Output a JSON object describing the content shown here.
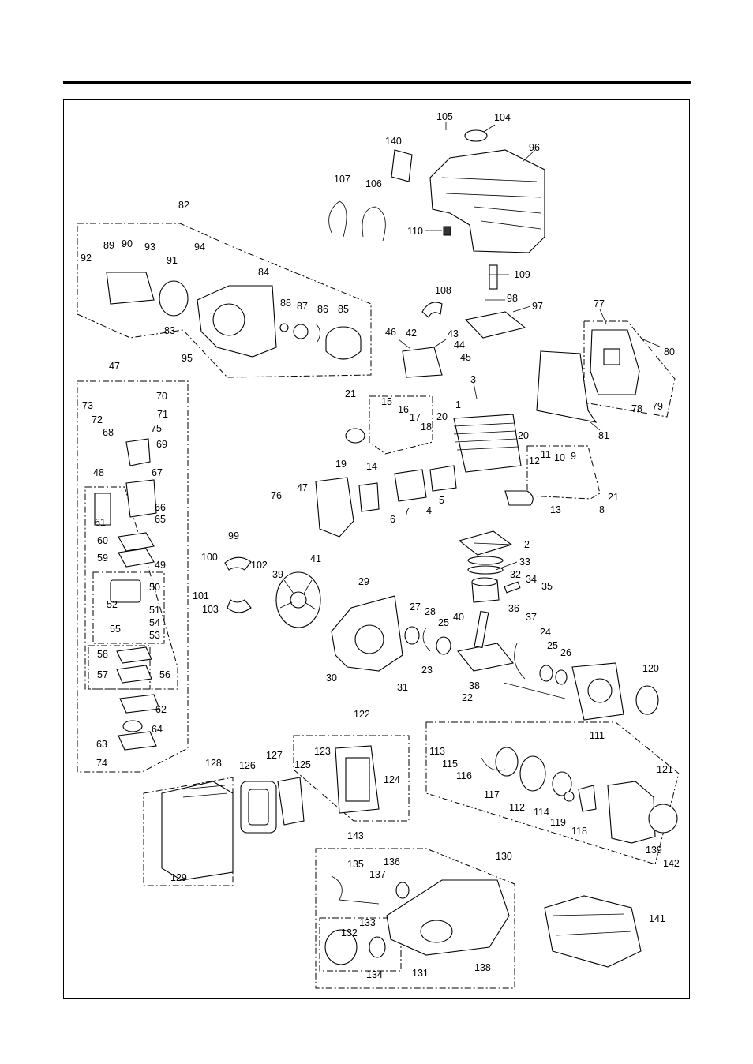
{
  "labels": [
    "1",
    "2",
    "3",
    "4",
    "5",
    "6",
    "7",
    "8",
    "9",
    "10",
    "11",
    "12",
    "13",
    "14",
    "15",
    "16",
    "17",
    "18",
    "19",
    "20",
    "20",
    "21",
    "21",
    "22",
    "23",
    "24",
    "25",
    "25",
    "26",
    "27",
    "28",
    "29",
    "30",
    "31",
    "32",
    "33",
    "34",
    "35",
    "36",
    "37",
    "38",
    "39",
    "40",
    "41",
    "42",
    "43",
    "44",
    "45",
    "46",
    "47",
    "47",
    "48",
    "49",
    "50",
    "51",
    "52",
    "53",
    "54",
    "55",
    "56",
    "57",
    "58",
    "59",
    "60",
    "61",
    "62",
    "63",
    "64",
    "65",
    "66",
    "67",
    "68",
    "69",
    "70",
    "71",
    "72",
    "73",
    "74",
    "75",
    "76",
    "77",
    "78",
    "79",
    "80",
    "81",
    "82",
    "83",
    "84",
    "85",
    "86",
    "87",
    "88",
    "89",
    "90",
    "91",
    "92",
    "93",
    "94",
    "95",
    "96",
    "97",
    "98",
    "99",
    "100",
    "101",
    "102",
    "103",
    "104",
    "105",
    "106",
    "107",
    "108",
    "109",
    "110",
    "111",
    "112",
    "113",
    "114",
    "115",
    "116",
    "117",
    "118",
    "119",
    "120",
    "121",
    "122",
    "123",
    "124",
    "125",
    "126",
    "127",
    "128",
    "129",
    "130",
    "131",
    "132",
    "133",
    "134",
    "135",
    "136",
    "137",
    "138",
    "139",
    "140",
    "141",
    "142",
    "143"
  ]
}
